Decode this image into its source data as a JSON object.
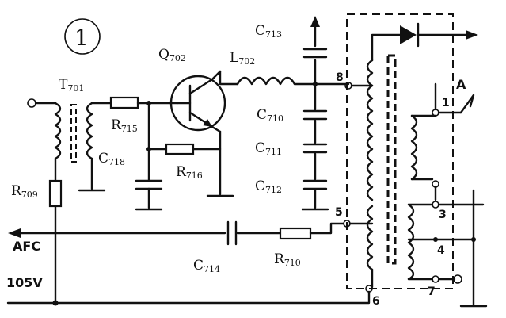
{
  "figure_number": "1",
  "components": {
    "q702": {
      "name": "Q",
      "sub": "702"
    },
    "l702": {
      "name": "L",
      "sub": "702"
    },
    "t701": {
      "name": "T",
      "sub": "701"
    },
    "r709": {
      "name": "R",
      "sub": "709"
    },
    "r715": {
      "name": "R",
      "sub": "715"
    },
    "r716": {
      "name": "R",
      "sub": "716"
    },
    "r710": {
      "name": "R",
      "sub": "710"
    },
    "c713": {
      "name": "C",
      "sub": "713"
    },
    "c710": {
      "name": "C",
      "sub": "710"
    },
    "c711": {
      "name": "C",
      "sub": "711"
    },
    "c712": {
      "name": "C",
      "sub": "712"
    },
    "c718": {
      "name": "C",
      "sub": "718"
    },
    "c714": {
      "name": "C",
      "sub": "714"
    }
  },
  "terminals": {
    "afc": "AFC",
    "v105": "105V",
    "antenna": "A"
  },
  "pins": [
    "1",
    "3",
    "4",
    "5",
    "6",
    "7",
    "8"
  ]
}
